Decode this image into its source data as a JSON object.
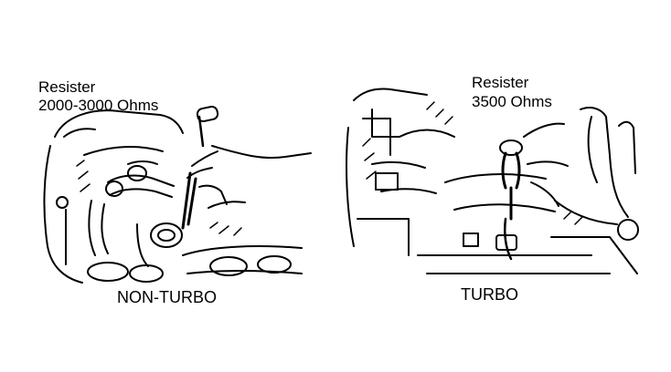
{
  "panels": [
    {
      "id": "non-turbo",
      "resister_label": "Resister",
      "resister_value": "2000-3000 Ohms",
      "caption": "NON-TURBO"
    },
    {
      "id": "turbo",
      "resister_label": "Resister",
      "resister_value": "3500 Ohms",
      "caption": "TURBO"
    }
  ],
  "colors": {
    "background": "#ffffff",
    "ink": "#000000"
  }
}
